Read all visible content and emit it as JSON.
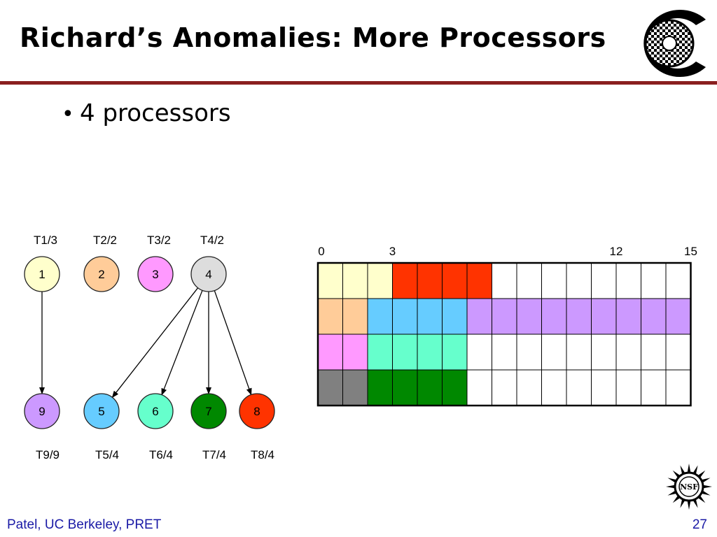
{
  "slide": {
    "title": "Richard’s Anomalies: More Processors",
    "bullet": "4 processors",
    "footer_left": "Patel, UC Berkeley, PRET",
    "page_number": "27"
  },
  "logos": {
    "top_right": "chess-board-c-logo",
    "bottom_right": "nsf-seal-logo",
    "nsf_text": "NSF"
  },
  "colors": {
    "title_rule": "#8a1f1f",
    "footer_text": "#1a1aa6"
  },
  "task_graph": {
    "tasks": [
      {
        "id": "1",
        "label": "T1/3",
        "color": "#ffffcc"
      },
      {
        "id": "2",
        "label": "T2/2",
        "color": "#ffcc99"
      },
      {
        "id": "3",
        "label": "T3/2",
        "color": "#ff99ff"
      },
      {
        "id": "4",
        "label": "T4/2",
        "color": "#dddddd"
      },
      {
        "id": "9",
        "label": "T9/9",
        "color": "#cc99ff"
      },
      {
        "id": "5",
        "label": "T5/4",
        "color": "#66ccff"
      },
      {
        "id": "6",
        "label": "T6/4",
        "color": "#66ffcc"
      },
      {
        "id": "7",
        "label": "T7/4",
        "color": "#008800"
      },
      {
        "id": "8",
        "label": "T8/4",
        "color": "#ff3300"
      }
    ],
    "edges": [
      {
        "from": "1",
        "to": "9"
      },
      {
        "from": "4",
        "to": "5"
      },
      {
        "from": "4",
        "to": "6"
      },
      {
        "from": "4",
        "to": "7"
      },
      {
        "from": "4",
        "to": "8"
      }
    ]
  },
  "schedule": {
    "axis_labels": [
      {
        "text": "0",
        "at": 0
      },
      {
        "text": "3",
        "at": 3
      },
      {
        "text": "12",
        "at": 12
      },
      {
        "text": "15",
        "at": 15
      }
    ],
    "total_slots": 15,
    "rows": [
      {
        "processor": 1,
        "segments": [
          {
            "task": "1",
            "start": 0,
            "duration": 3,
            "color": "#ffffcc"
          },
          {
            "task": "8",
            "start": 3,
            "duration": 4,
            "color": "#ff3300"
          }
        ]
      },
      {
        "processor": 2,
        "segments": [
          {
            "task": "2",
            "start": 0,
            "duration": 2,
            "color": "#ffcc99"
          },
          {
            "task": "5",
            "start": 2,
            "duration": 4,
            "color": "#66ccff"
          },
          {
            "task": "9",
            "start": 6,
            "duration": 9,
            "color": "#cc99ff"
          }
        ]
      },
      {
        "processor": 3,
        "segments": [
          {
            "task": "3",
            "start": 0,
            "duration": 2,
            "color": "#ff99ff"
          },
          {
            "task": "6",
            "start": 2,
            "duration": 4,
            "color": "#66ffcc"
          }
        ]
      },
      {
        "processor": 4,
        "segments": [
          {
            "task": "4",
            "start": 0,
            "duration": 2,
            "color": "#808080"
          },
          {
            "task": "7",
            "start": 2,
            "duration": 4,
            "color": "#008800"
          }
        ]
      }
    ]
  }
}
